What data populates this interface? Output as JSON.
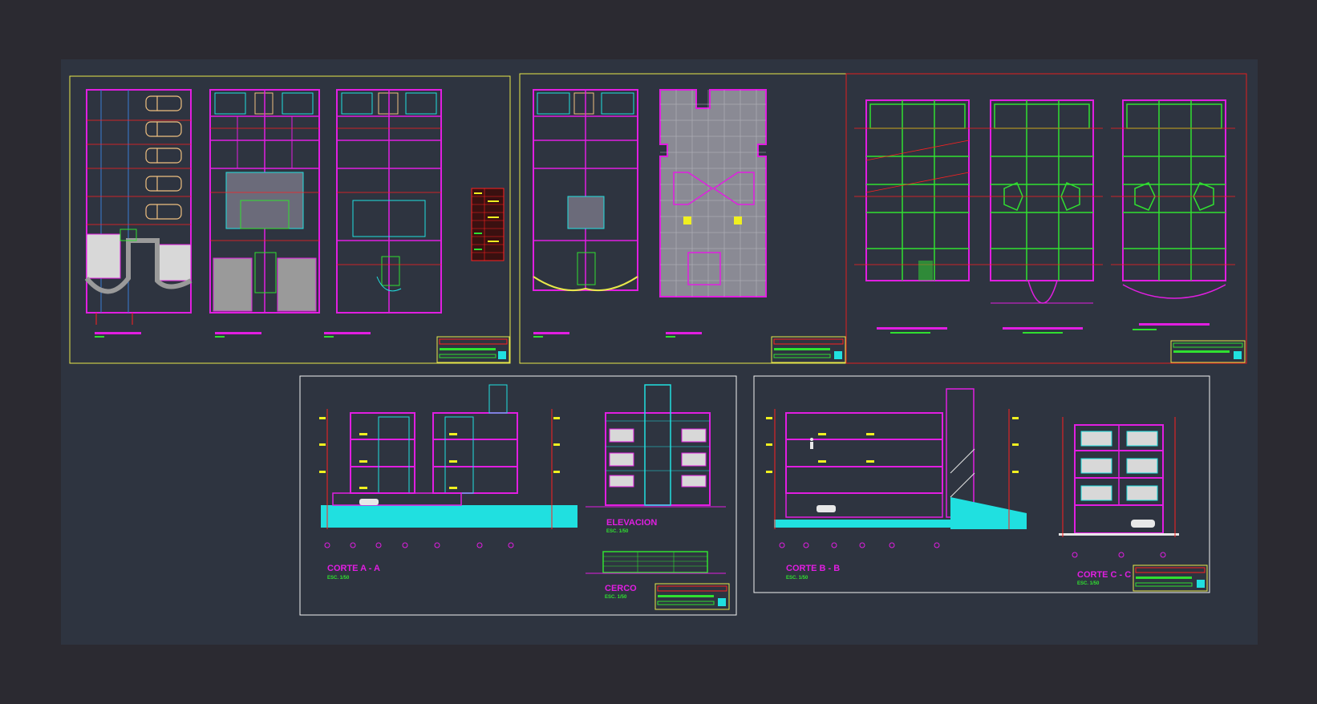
{
  "drawing": {
    "section_a": {
      "title": "CORTE A - A",
      "scale": "ESC. 1/50"
    },
    "elevation": {
      "title": "ELEVACION",
      "scale": "ESC. 1/50"
    },
    "fence": {
      "title": "CERCO",
      "scale": "ESC. 1/50"
    },
    "section_b": {
      "title": "CORTE B - B",
      "scale": "ESC. 1/50"
    },
    "section_c": {
      "title": "CORTE C - C",
      "scale": "ESC. 1/50"
    }
  },
  "colors": {
    "background": "#2b2a31",
    "model_space": "#2e3440",
    "sheet_border_yellow": "#e8e84a",
    "sheet_border_white": "#f2f2f2",
    "sheet_border_red": "#e21e1e",
    "walls_magenta": "#e11ee1",
    "axes_red": "#ff2020",
    "furniture_cyan": "#20e0e0",
    "structure_green": "#30e030",
    "text_yellow": "#f0f020"
  },
  "icons": [
    "car-icon",
    "person-icon",
    "stair-icon",
    "axis-bubble-icon"
  ]
}
